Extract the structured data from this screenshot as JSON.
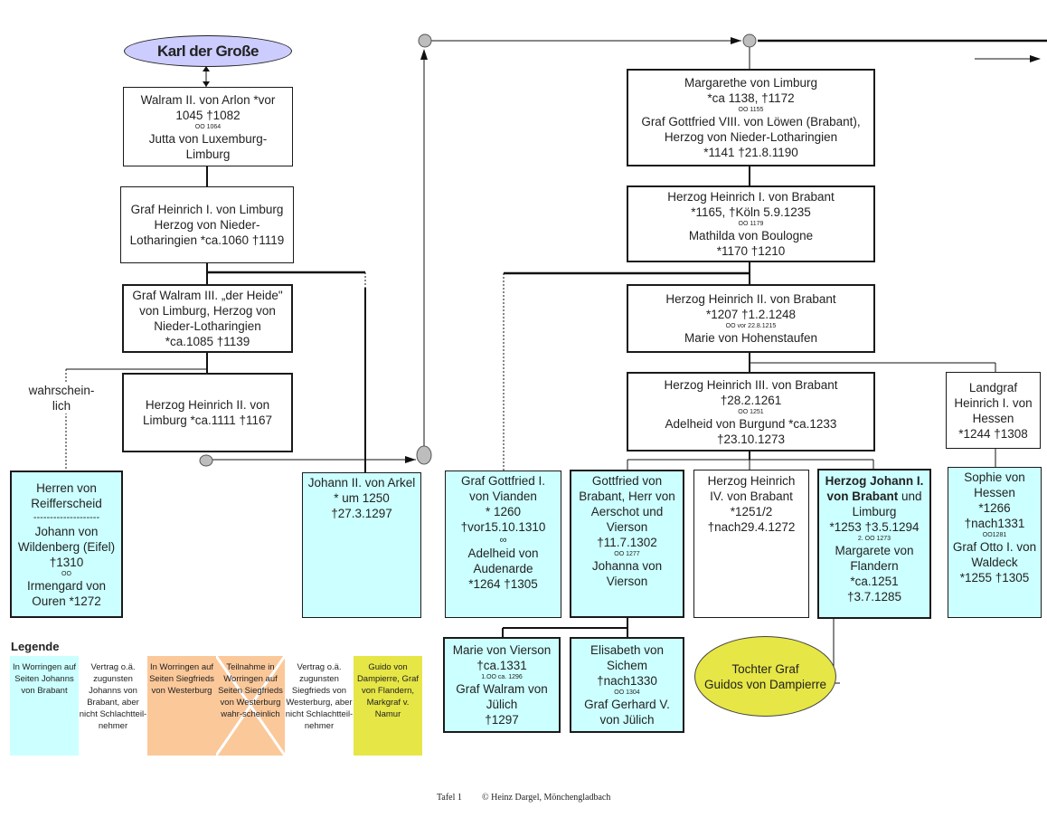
{
  "karl": "Karl der Große",
  "walram2": {
    "l1": "Walram II. von Arlon *vor",
    "l2": "1045 †1082",
    "oo": "OO 1064",
    "l3": "Jutta von Luxemburg-",
    "l4": "Limburg"
  },
  "heinrich1_limburg": {
    "l1": "Graf Heinrich I. von Limburg",
    "l2": "Herzog von Nieder-",
    "l3": "Lotharingien *ca.1060 †1119"
  },
  "walram3": {
    "l1": "Graf Walram III. „der Heide\"",
    "l2": "von Limburg, Herzog von",
    "l3": "Nieder-Lotharingien",
    "l4": "*ca.1085 †1139"
  },
  "heinrich2_limburg": {
    "l1": "Herzog Heinrich II. von",
    "l2": "Limburg *ca.1111 †1167"
  },
  "wahrscheinlich": {
    "l1": "wahrschein-",
    "l2": "lich"
  },
  "reifferscheid": {
    "l1": "Herren von",
    "l2": "Reifferscheid",
    "sep": "--------------------",
    "l3": "Johann von",
    "l4": "Wildenberg (Eifel)",
    "l5": "†1310",
    "oo": "OO",
    "l6": "Irmengard von",
    "l7": "Ouren *1272"
  },
  "arkel": {
    "l1": "Johann II. von Arkel",
    "l2": "* um 1250",
    "l3": "†27.3.1297"
  },
  "margarethe": {
    "l1": "Margarethe von Limburg",
    "l2": "*ca 1138, †1172",
    "oo": "OO 1155",
    "l3": "Graf Gottfried VIII. von Löwen (Brabant),",
    "l4": "Herzog von Nieder-Lotharingien",
    "l5": "*1141 †21.8.1190"
  },
  "heinrich1_brabant": {
    "l1": "Herzog Heinrich I. von Brabant",
    "l2": "*1165, †Köln 5.9.1235",
    "oo": "OO 1179",
    "l3": "Mathilda von Boulogne",
    "l4": "*1170 †1210"
  },
  "heinrich2_brabant": {
    "l1": "Herzog Heinrich II. von Brabant",
    "l2": "*1207 †1.2.1248",
    "oo": "OO vor 22.8.1215",
    "l3": "Marie von Hohenstaufen"
  },
  "heinrich3_brabant": {
    "l1": "Herzog Heinrich III. von Brabant",
    "l2": "†28.2.1261",
    "oo": "OO 1251",
    "l3": "Adelheid von Burgund *ca.1233",
    "l4": "†23.10.1273"
  },
  "hessen": {
    "l1": "Landgraf",
    "l2": "Heinrich I. von",
    "l3": "Hessen",
    "l4": "*1244 †1308"
  },
  "vianden": {
    "l1": "Graf Gottfried I.",
    "l2": "von Vianden",
    "l3": "* 1260",
    "l4": "†vor15.10.1310",
    "oo": "∞",
    "l5": "Adelheid von",
    "l6": "Audenarde",
    "l7": "*1264 †1305"
  },
  "gottfried_aerschot": {
    "l1": "Gottfried von",
    "l2": "Brabant, Herr von",
    "l3": "Aerschot und",
    "l4": "Vierson",
    "l5": "†11.7.1302",
    "oo": "OO 1277",
    "l6": "Johanna von",
    "l7": "Vierson"
  },
  "heinrich4": {
    "l1": "Herzog Heinrich",
    "l2": "IV. von Brabant",
    "l3": "*1251/2",
    "l4": "†nach29.4.1272"
  },
  "johann1": {
    "l1a": "Herzog Johann I.",
    "l2a": "von Brabant",
    "l2b": " und",
    "l3": "Limburg",
    "l4": "*1253 †3.5.1294",
    "oo": "2. OO 1273",
    "l5": "Margarete von",
    "l6": "Flandern",
    "l7": "*ca.1251",
    "l8": "†3.7.1285"
  },
  "sophie": {
    "l1": "Sophie von",
    "l2": "Hessen",
    "l3": "*1266",
    "l4": "†nach1331",
    "oo": "OO1281",
    "l5": "Graf Otto I. von",
    "l6": "Waldeck",
    "l7": "*1255 †1305"
  },
  "marie_vierson": {
    "l1": "Marie von Vierson",
    "l2": "†ca.1331",
    "oo": "1.OO ca. 1296",
    "l3": "Graf Walram von",
    "l4": "Jülich",
    "l5": "†1297"
  },
  "elisabeth": {
    "l1": "Elisabeth von",
    "l2": "Sichem",
    "l3": "†nach1330",
    "oo": "OO 1304",
    "l4": "Graf Gerhard V.",
    "l5": "von Jülich"
  },
  "tochter": {
    "l1": "Tochter Graf",
    "l2": "Guidos von Dampierre"
  },
  "legend": {
    "title": "Legende",
    "colors": {
      "cyan": "#ccffff",
      "orange": "#fbc89a",
      "olive": "#e6e646",
      "white": "#ffffff"
    },
    "items": [
      {
        "text": "In Worringen auf Seiten Johanns von Brabant"
      },
      {
        "text": "Vertrag o.ä. zugunsten Johanns von Brabant, aber nicht Schlachtteil-nehmer"
      },
      {
        "text": "In Worringen auf Seiten Siegfrieds von Westerburg"
      },
      {
        "text": "Teilnahme in Worringen auf Seiten Siegfrieds von Westerburg wahr-scheinlich"
      },
      {
        "text": "Vertrag o.ä. zugunsten Siegfrieds von Westerburg, aber nicht Schlachtteil-nehmer"
      },
      {
        "text": "Guido von Dampierre, Graf von Flandern, Markgraf v. Namur"
      }
    ]
  },
  "footer": {
    "tafel": "Tafel 1",
    "copyright": "© Heinz Dargel, Mönchengladbach"
  }
}
